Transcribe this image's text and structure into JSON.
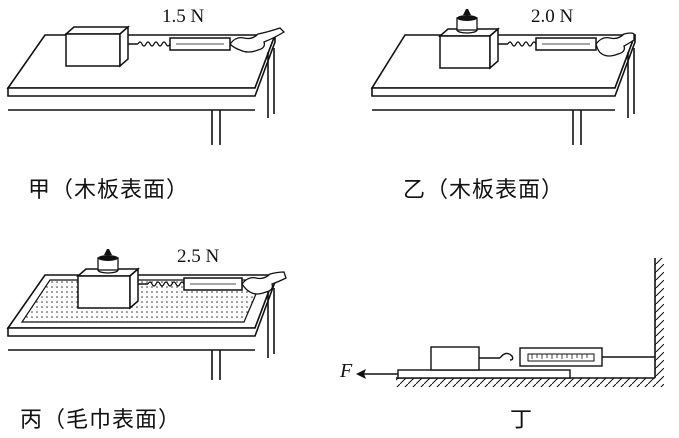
{
  "panels": [
    {
      "id": "jia",
      "caption": "甲（木板表面）",
      "reading": "1.5 N",
      "surface": "wood",
      "weights": 0
    },
    {
      "id": "yi",
      "caption": "乙（木板表面）",
      "reading": "2.0 N",
      "surface": "wood",
      "weights": 1
    },
    {
      "id": "bing",
      "caption": "丙（毛巾表面）",
      "reading": "2.5 N",
      "surface": "towel",
      "weights": 1
    },
    {
      "id": "ding",
      "caption": "丁",
      "force_label": "F"
    }
  ]
}
